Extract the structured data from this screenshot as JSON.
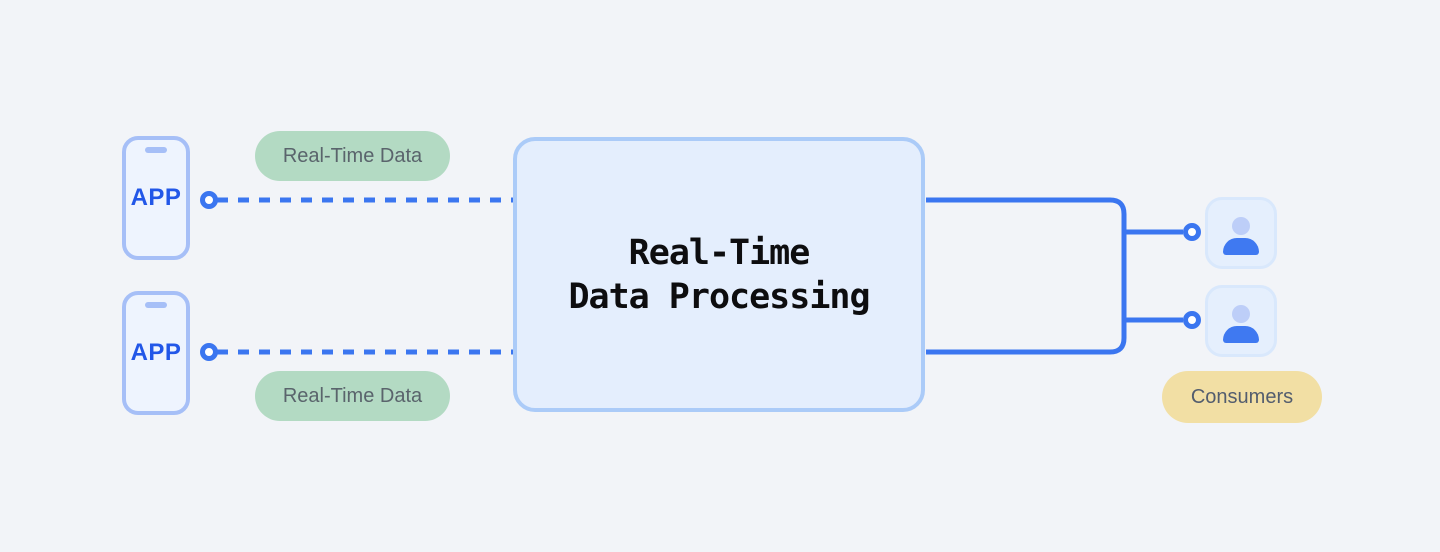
{
  "diagram": {
    "type": "flow-diagram",
    "background": "#f2f4f8"
  },
  "colors": {
    "accent_blue": "#3b76f0",
    "node_border": "#a6bff7",
    "node_fill": "#eef4fe",
    "processor_fill": "#e4eefd",
    "processor_border": "#abcbf8",
    "green_pill": "#b3dac3",
    "yellow_pill": "#f2dfa4",
    "pill_text": "#5a646c",
    "app_text": "#2257e8",
    "person_head": "#bdcef8",
    "person_body": "#3f79f1",
    "title_text": "#0d0d0f"
  },
  "sources": {
    "app_top": {
      "label": "APP"
    },
    "app_bottom": {
      "label": "APP"
    }
  },
  "pills": {
    "data_top": {
      "label": "Real-Time Data"
    },
    "data_bottom": {
      "label": "Real-Time Data"
    },
    "consumers": {
      "label": "Consumers"
    }
  },
  "processor": {
    "title": "Real-Time Data Processing",
    "title_line1": "Real-Time",
    "title_line2": "Data Processing"
  },
  "icons": {
    "phone": "phone-icon",
    "person": "person-icon"
  }
}
